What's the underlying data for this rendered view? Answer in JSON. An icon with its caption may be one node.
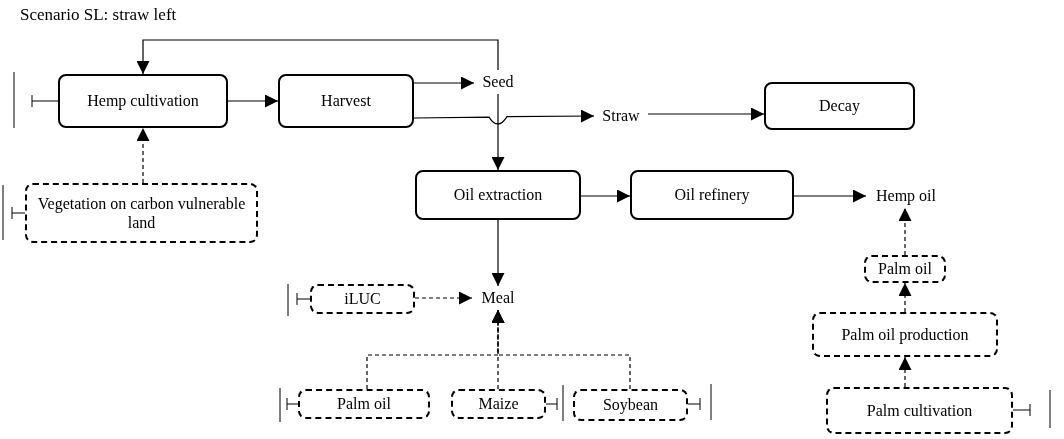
{
  "diagram": {
    "title": "Scenario SL: straw left",
    "nodes": [
      {
        "text": [
          "Hemp cultivation"
        ]
      },
      {
        "text": [
          "Harvest"
        ]
      },
      {
        "text": [
          "Seed"
        ]
      },
      {
        "text": [
          "Straw"
        ]
      },
      {
        "text": [
          "Decay"
        ]
      },
      {
        "text": [
          "Vegetation on carbon vulnerable land"
        ]
      },
      {
        "text": [
          "Oil extraction"
        ]
      },
      {
        "text": [
          "Oil refinery"
        ]
      },
      {
        "text": [
          "Hemp oil"
        ]
      },
      {
        "text": [
          "iLUC"
        ]
      },
      {
        "text": [
          "Meal"
        ]
      },
      {
        "text": [
          "Palm oil"
        ]
      },
      {
        "text": [
          "Maize"
        ]
      },
      {
        "text": [
          "Soybean"
        ]
      },
      {
        "text": [
          "Palm oil"
        ]
      },
      {
        "text": [
          "Palm oil production"
        ]
      },
      {
        "text": [
          "Palm cultivation"
        ]
      }
    ],
    "edges": [
      {
        "from": 2,
        "to": 0,
        "arrow": "to"
      },
      {
        "from": 0,
        "to": 1,
        "arrow": "to"
      },
      {
        "from": 1,
        "to": 2,
        "arrow": "to"
      },
      {
        "from": 1,
        "to": 3,
        "arrow": "to"
      },
      {
        "from": 3,
        "to": 4,
        "arrow": "to"
      },
      {
        "from": 5,
        "to": 0,
        "arrow": "to",
        "style": "dashed"
      },
      {
        "from": 2,
        "to": 6,
        "arrow": "to"
      },
      {
        "from": 6,
        "to": 7,
        "arrow": "to"
      },
      {
        "from": 7,
        "to": 8,
        "arrow": "to"
      },
      {
        "from": 6,
        "to": 10,
        "arrow": "to"
      },
      {
        "from": 9,
        "to": 10,
        "arrow": "to",
        "style": "dashed"
      },
      {
        "from": 11,
        "to": 10,
        "arrow": "to",
        "style": "dashed"
      },
      {
        "from": 12,
        "to": 10,
        "arrow": "to",
        "style": "dashed"
      },
      {
        "from": 13,
        "to": 10,
        "arrow": "to",
        "style": "dashed"
      },
      {
        "from": 14,
        "to": 8,
        "arrow": "to",
        "style": "dashed"
      },
      {
        "from": 15,
        "to": 14,
        "arrow": "to",
        "style": "dashed"
      },
      {
        "from": 16,
        "to": 15,
        "arrow": "to",
        "style": "dashed"
      }
    ]
  }
}
